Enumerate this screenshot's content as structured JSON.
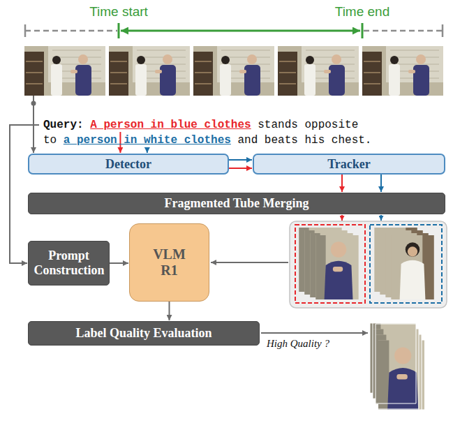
{
  "diagram": {
    "nodes": [
      {
        "text": [
          "Detector"
        ]
      },
      {
        "text": [
          "Tracker"
        ]
      },
      {
        "text": [
          "Fragmented Tube Merging"
        ]
      },
      {
        "text": [
          "Prompt Construction"
        ]
      },
      {
        "text": [
          "VLM R1"
        ]
      },
      {
        "text": [
          "Label Quality Evaluation"
        ]
      }
    ],
    "edges": [
      {
        "from": 0,
        "to": 1,
        "arrow": "to"
      },
      {
        "from": 0,
        "to": 1,
        "arrow": "to"
      },
      {
        "from": 1,
        "to": 2,
        "arrow": "to"
      },
      {
        "from": 1,
        "to": 2,
        "arrow": "to"
      },
      {
        "from": 3,
        "to": 4,
        "arrow": "to"
      },
      {
        "from": 4,
        "to": 5,
        "arrow": "to"
      }
    ],
    "labels": [
      "Time start",
      "Time end",
      "Query:",
      "A person in blue clothes",
      "stands opposite to",
      "a person in white clothes",
      "and beats his chest.",
      "High Quality ?"
    ]
  }
}
